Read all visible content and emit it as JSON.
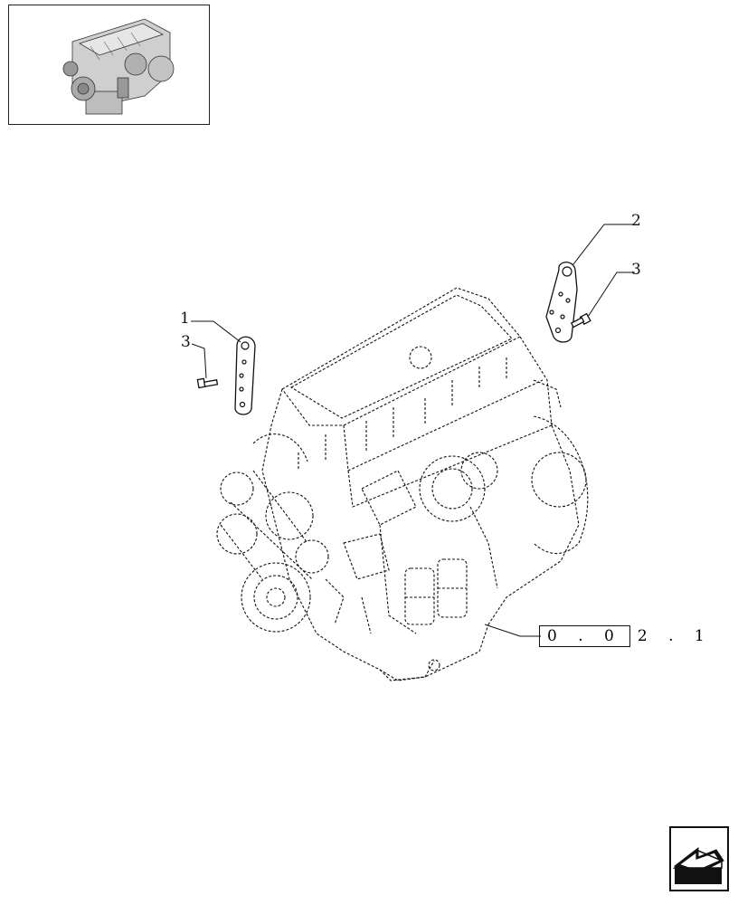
{
  "callouts": {
    "c1": "1",
    "c2": "2",
    "c3_left": "3",
    "c3_right": "3"
  },
  "reference": {
    "boxed": "0 . 0",
    "rest": "2 . 1"
  },
  "icons": {
    "thumbnail": "engine-thumbnail-icon",
    "nav": "next-page-arrow-icon"
  }
}
